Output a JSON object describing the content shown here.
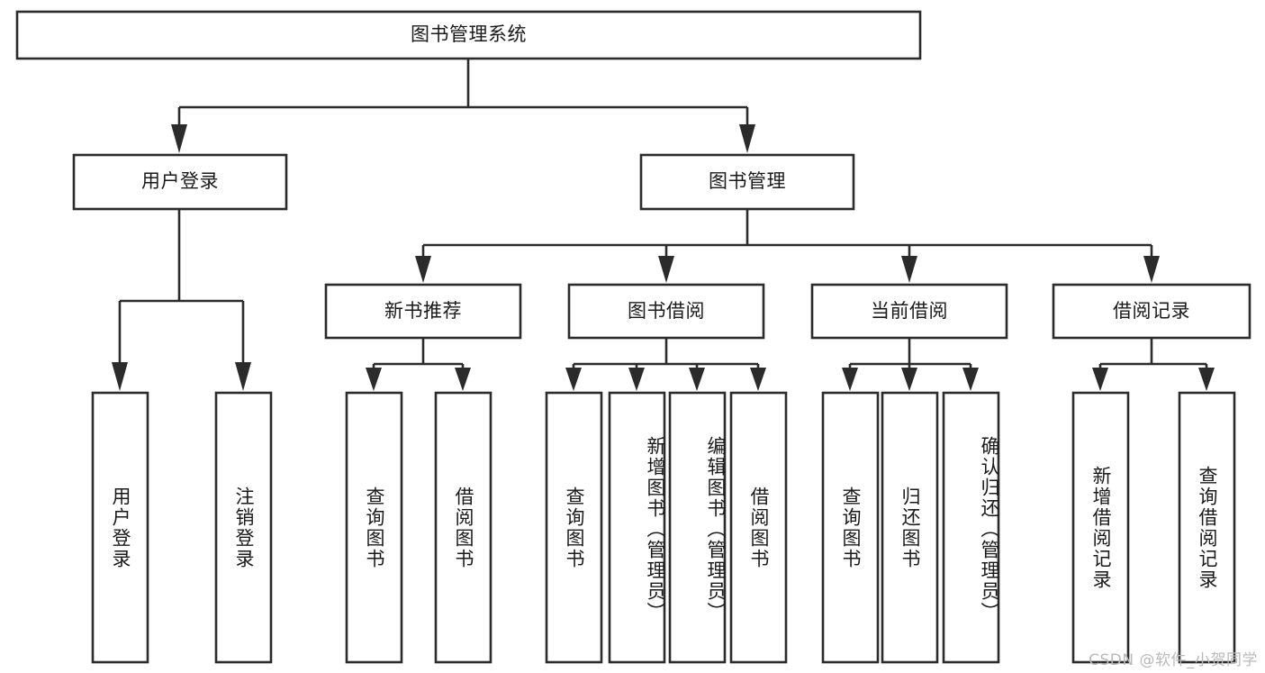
{
  "diagram": {
    "title": "图书管理系统",
    "type": "tree-hierarchy",
    "background_color": "#ffffff",
    "line_color": "#2b2b2b",
    "text_color": "#1a1a1a"
  },
  "root": {
    "label": "图书管理系统"
  },
  "level2": [
    {
      "label": "用户登录"
    },
    {
      "label": "图书管理"
    }
  ],
  "level3": [
    {
      "label": "新书推荐"
    },
    {
      "label": "图书借阅"
    },
    {
      "label": "当前借阅"
    },
    {
      "label": "借阅记录"
    }
  ],
  "leaves": {
    "user_login": [
      {
        "label": "用户登录"
      },
      {
        "label": "注销登录"
      }
    ],
    "new_book": [
      {
        "label": "查询图书"
      },
      {
        "label": "借阅图书"
      }
    ],
    "book_borrow": [
      {
        "label": "查询图书"
      },
      {
        "label": "新增图书（管理员）"
      },
      {
        "label": "编辑图书（管理员）"
      },
      {
        "label": "借阅图书"
      }
    ],
    "current_borrow": [
      {
        "label": "查询图书"
      },
      {
        "label": "归还图书"
      },
      {
        "label": "确认归还（管理员）"
      }
    ],
    "borrow_record": [
      {
        "label": "新增借阅记录"
      },
      {
        "label": "查询借阅记录"
      }
    ]
  },
  "watermark": {
    "text": "CSDN @软件_小贺同学"
  }
}
